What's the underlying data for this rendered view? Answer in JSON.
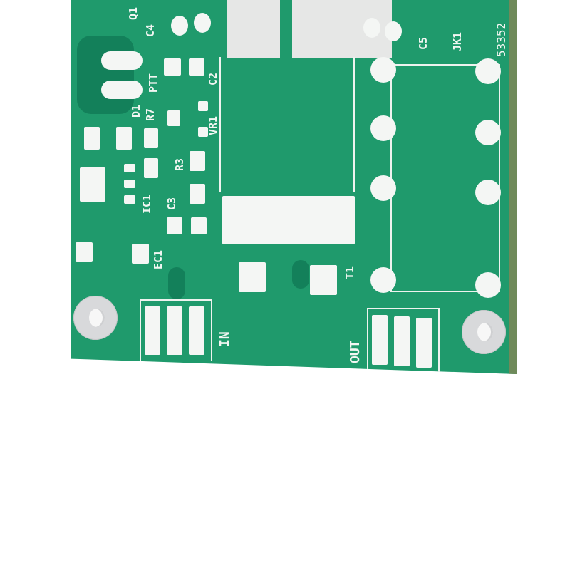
{
  "image": {
    "subject": "Green PCB amplifier board, partial view on white background",
    "colors": {
      "solder_mask": "#1f9a6c",
      "trace_shadow": "#13805a",
      "pads": "#f4f6f4",
      "silkscreen": "#eef3ef",
      "heatsink": "#e6e7e6",
      "background": "#ffffff"
    }
  },
  "silkscreen": {
    "q1": "Q1",
    "c4": "C4",
    "ptt": "PTT",
    "c2": "C2",
    "d1": "D1",
    "r7": "R7",
    "vr1": "VR1",
    "r3": "R3",
    "ic1": "IC1",
    "c3": "C3",
    "ec1": "EC1",
    "t1": "T1",
    "c5": "C5",
    "jk1": "JK1",
    "part_number": "53352",
    "in": "IN",
    "out": "OUT"
  }
}
